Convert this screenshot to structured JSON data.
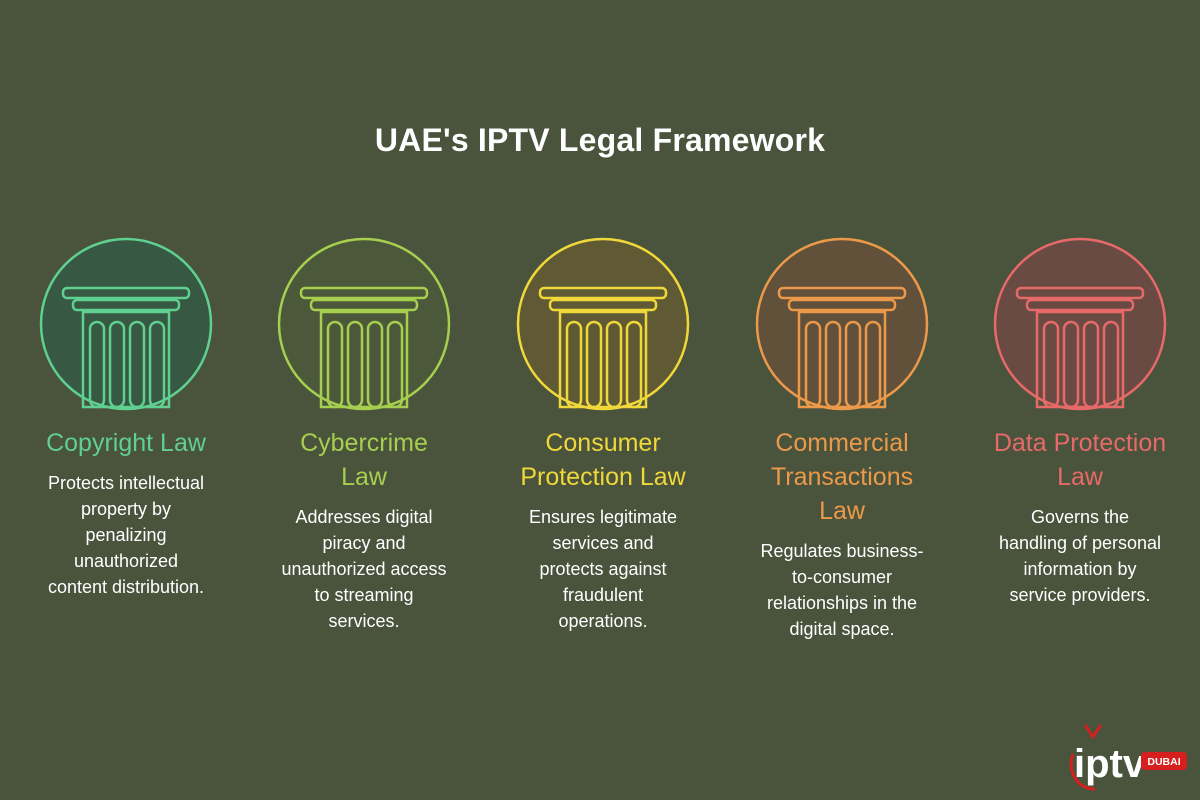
{
  "title": "UAE's IPTV Legal Framework",
  "laws": [
    {
      "title_lines": [
        "Copyright Law"
      ],
      "desc_lines": [
        "Protects intellectual",
        "property by",
        "penalizing",
        "unauthorized",
        "content distribution."
      ],
      "color": "#5fd08f",
      "fill": "#375843",
      "icon": "pillar-icon"
    },
    {
      "title_lines": [
        "Cybercrime",
        "Law"
      ],
      "desc_lines": [
        "Addresses digital",
        "piracy and",
        "unauthorized access",
        "to streaming",
        "services."
      ],
      "color": "#a6cf4f",
      "fill": "#4b5839",
      "icon": "pillar-icon"
    },
    {
      "title_lines": [
        "Consumer",
        "Protection Law"
      ],
      "desc_lines": [
        "Ensures legitimate",
        "services and",
        "protects against",
        "fraudulent",
        "operations."
      ],
      "color": "#f0d83a",
      "fill": "#5f5a33",
      "icon": "pillar-icon"
    },
    {
      "title_lines": [
        "Commercial",
        "Transactions",
        "Law"
      ],
      "desc_lines": [
        "Regulates business-",
        "to-consumer",
        "relationships in the",
        "digital space."
      ],
      "color": "#ec9a4a",
      "fill": "#61503a",
      "icon": "pillar-icon"
    },
    {
      "title_lines": [
        "Data Protection",
        "Law"
      ],
      "desc_lines": [
        "Governs the",
        "handling of personal",
        "information by",
        "service providers."
      ],
      "color": "#e76a68",
      "fill": "#6a4b44",
      "icon": "pillar-icon"
    }
  ],
  "logo": {
    "text": "iptv",
    "badge": "DUBAI",
    "accent": "#d62020"
  }
}
